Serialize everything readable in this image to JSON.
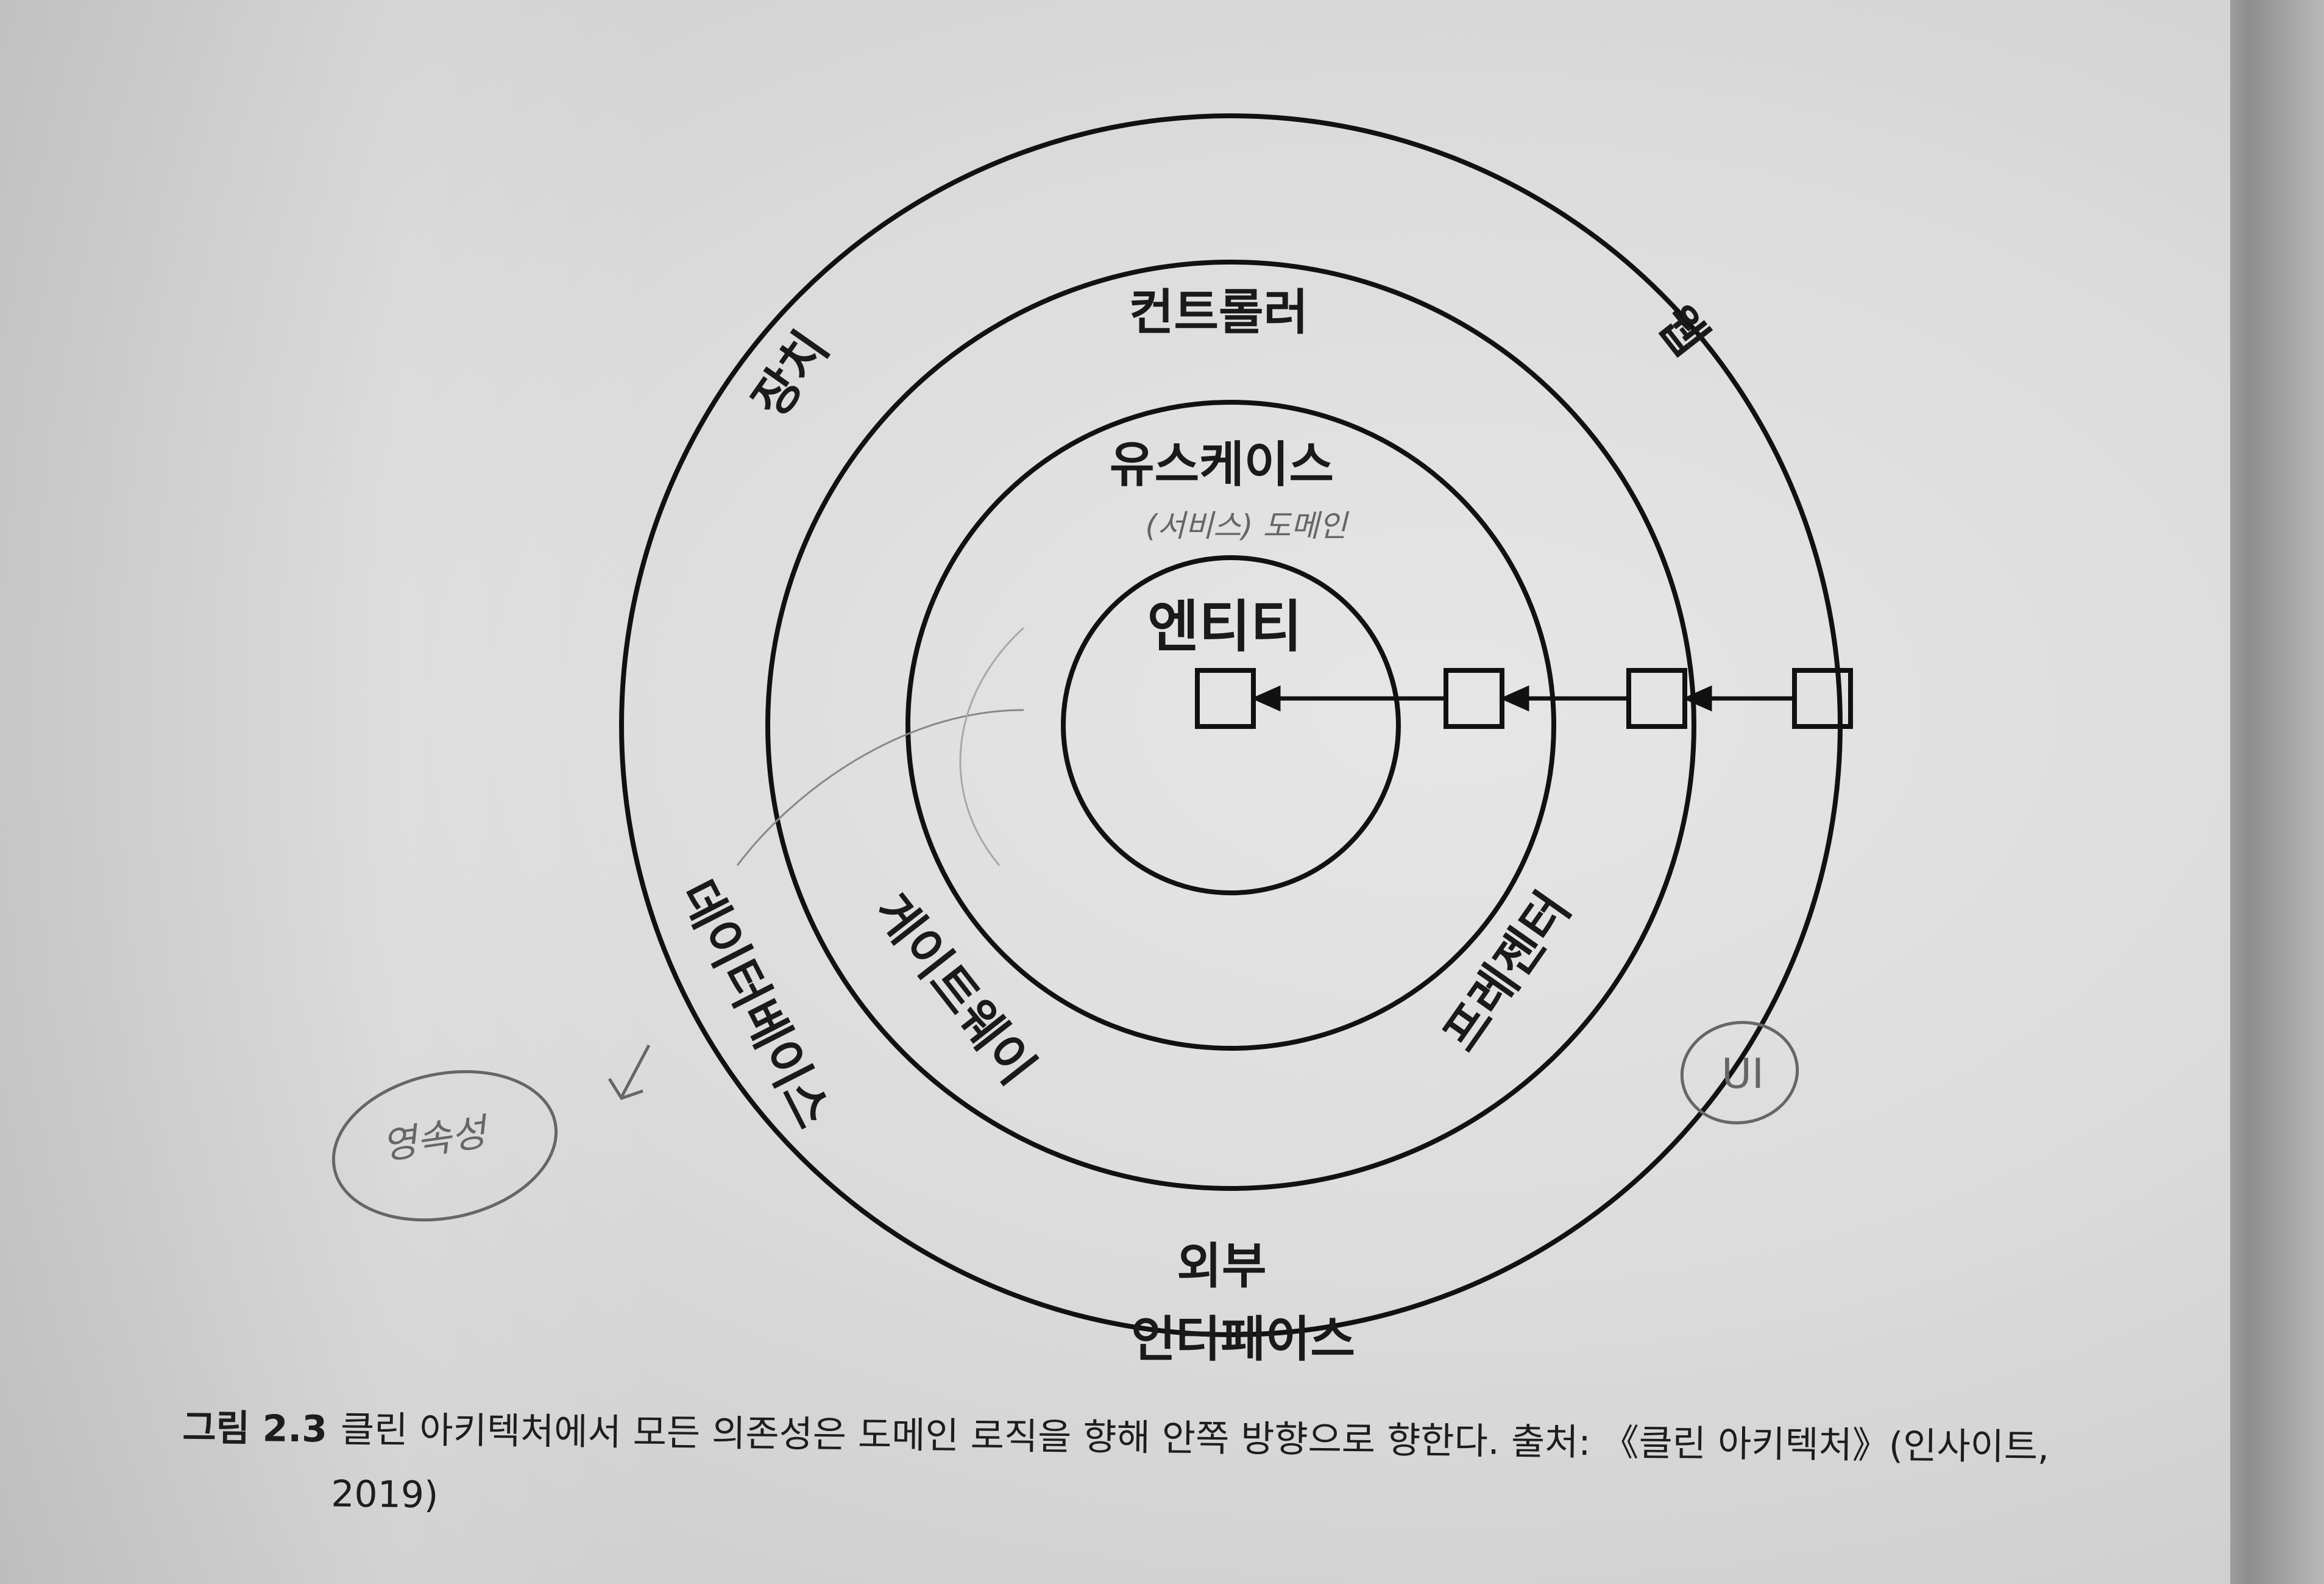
{
  "diagram": {
    "rings": {
      "inner": {
        "title": "엔티티"
      },
      "second": {
        "title": "유스케이스",
        "annotation": "(서비스) 도메인"
      },
      "third": {
        "top": "컨트롤러",
        "left": "게이트웨이",
        "right": "프레젠터"
      },
      "outer": {
        "top_left": "장치",
        "top_right": "웹",
        "left": "데이터베이스",
        "bottom_line1": "외부",
        "bottom_line2": "인터페이스"
      }
    },
    "handwritten": {
      "persistence": "영속성",
      "ui": "UI"
    },
    "arrow_direction": "inward"
  },
  "caption": {
    "label": "그림 2.3",
    "text": "클린 아키텍처에서 모든 의존성은 도메인 로직을 향해 안쪽 방향으로 향한다. 출처: 《클린 아키텍처》(인사이트,",
    "text_cont": "2019)"
  }
}
